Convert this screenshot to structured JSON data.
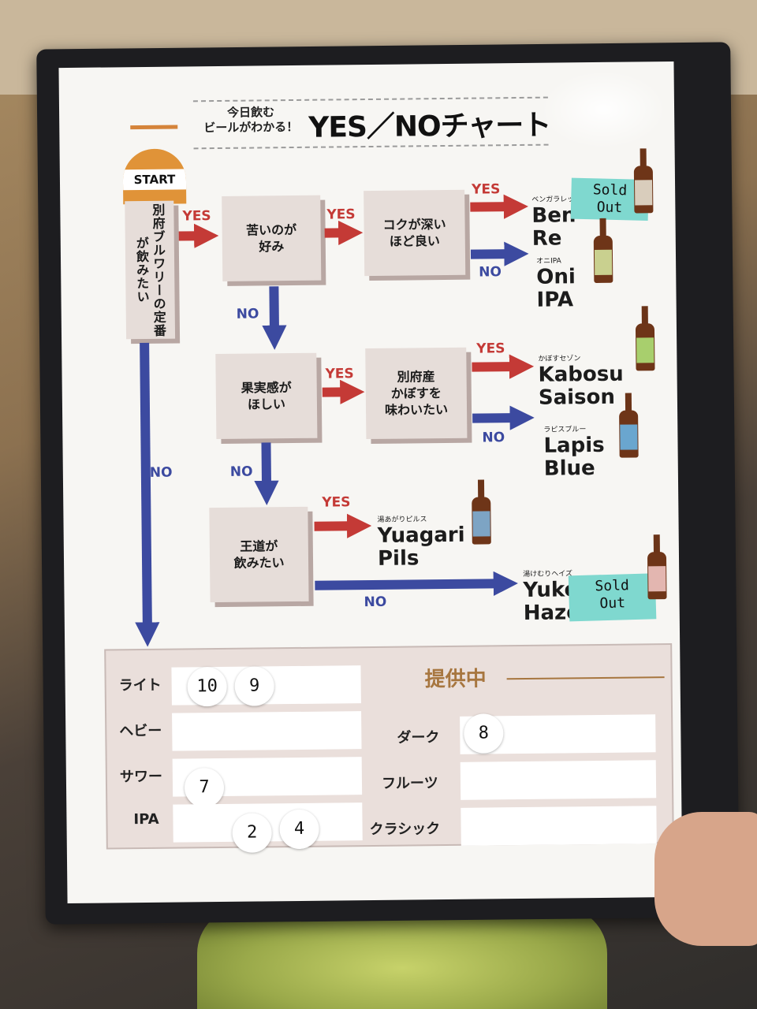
{
  "header": {
    "subtitle": "今日飲む\nビールがわかる！",
    "title": "YES／NOチャート"
  },
  "start": "START",
  "questions": {
    "q1": "別府ブルワリーの定番が飲みたい",
    "q2": "苦いのが\n好み",
    "q3": "コクが深い\nほど良い",
    "q4": "果実感が\nほしい",
    "q5": "別府産\nかぼすを\n味わいたい",
    "q6": "王道が\n飲みたい"
  },
  "labels": {
    "yes": "YES",
    "no": "NO"
  },
  "beers": [
    {
      "kana": "ベンガラレッド",
      "name": "Ben\nRe",
      "sold_out": true
    },
    {
      "kana": "オニIPA",
      "name": "Oni\nIPA",
      "sold_out": false
    },
    {
      "kana": "かぼすセゾン",
      "name": "Kabosu\nSaison",
      "sold_out": false
    },
    {
      "kana": "ラピスブルー",
      "name": "Lapis\nBlue",
      "sold_out": false
    },
    {
      "kana": "湯あがりピルス",
      "name": "Yuagari\nPils",
      "sold_out": false
    },
    {
      "kana": "湯けむりヘイズ",
      "name": "Yukemuri\nHaze",
      "sold_out": true
    }
  ],
  "sold_text": "Sold\nOut",
  "stock": {
    "title": "提供中",
    "left": [
      {
        "label": "ライト",
        "stickers": [
          "10",
          "9"
        ]
      },
      {
        "label": "ヘビー",
        "stickers": []
      },
      {
        "label": "サワー",
        "stickers": [
          "7"
        ]
      },
      {
        "label": "IPA",
        "stickers": [
          "2",
          "4"
        ]
      }
    ],
    "right": [
      {
        "label": "ダーク",
        "stickers": [
          "8"
        ]
      },
      {
        "label": "フルーツ",
        "stickers": []
      },
      {
        "label": "クラシック",
        "stickers": []
      }
    ]
  },
  "colors": {
    "yes": "#c43a36",
    "no": "#3c4aa0",
    "box": "#e6ddd9",
    "accent": "#e09338"
  }
}
